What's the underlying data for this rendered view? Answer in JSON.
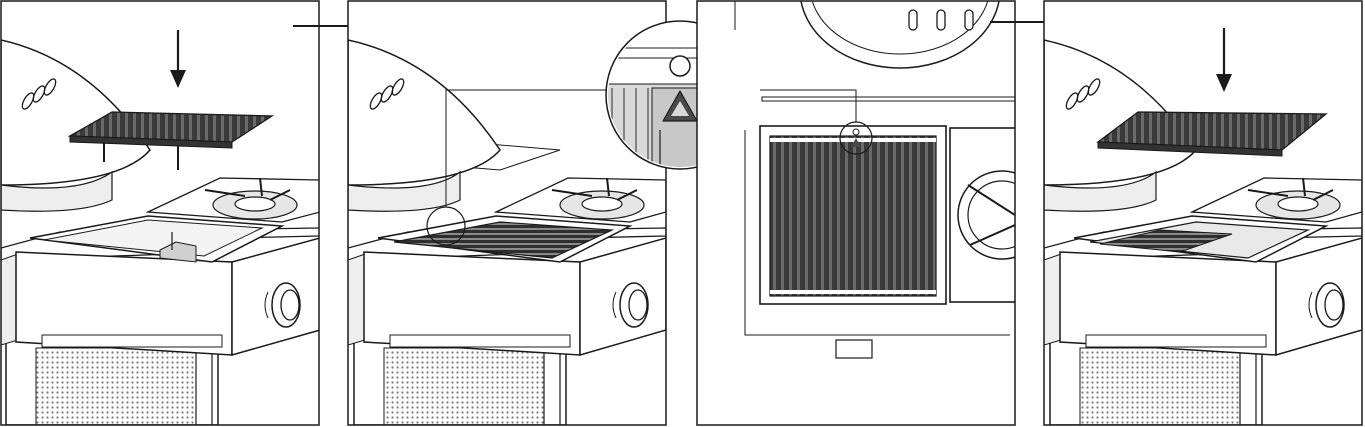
{
  "instructions": {
    "steps": [
      {
        "name": "lower-grate"
      },
      {
        "name": "grate-seated"
      },
      {
        "name": "orientation-detail"
      },
      {
        "name": "alternate-grate"
      }
    ],
    "transitions": [
      "next-step",
      "next-step",
      "next-step"
    ],
    "icons": {
      "down": "down-arrow-icon",
      "right": "right-arrow-icon",
      "warning": "warning-triangle-icon",
      "magnifier": "magnifier-callout-icon"
    },
    "colors": {
      "line": "#1a1a1a",
      "grate": "#2b2b2b",
      "shade": "#d9d9d9",
      "light": "#eeeeee",
      "dots": "#7a7a7a",
      "warning": "#4a4a4a"
    }
  }
}
